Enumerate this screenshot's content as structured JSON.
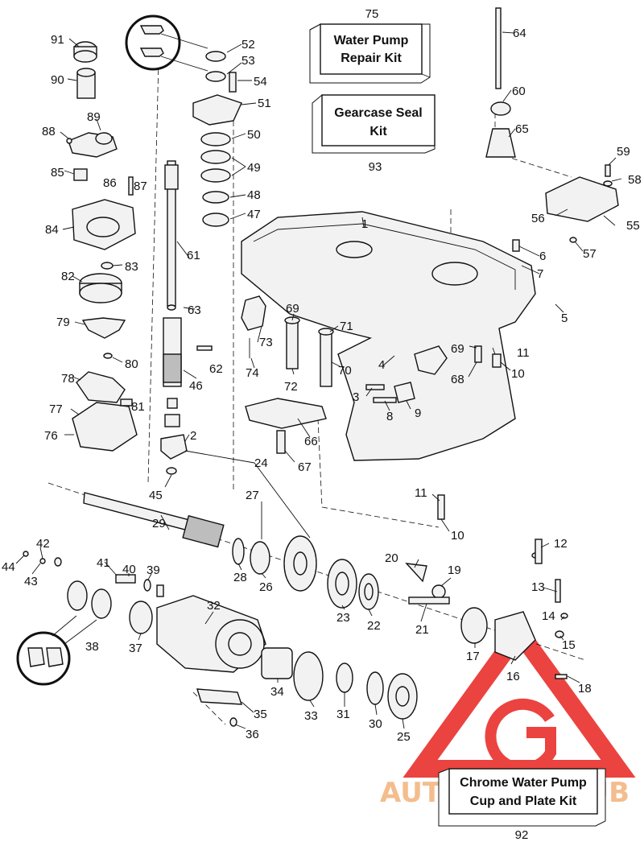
{
  "diagram": {
    "title": "Gearcase exploded parts diagram",
    "kits": {
      "water_pump": {
        "line1": "Water Pump",
        "line2": "Repair Kit",
        "number": "75"
      },
      "gearcase_seal": {
        "line1": "Gearcase Seal",
        "line2": "Kit",
        "number": "93"
      },
      "chrome_water_pump": {
        "line1": "Chrome Water Pump",
        "line2": "Cup and Plate Kit",
        "number": "92"
      }
    },
    "callouts": {
      "c91": "91",
      "c90": "90",
      "c89": "89",
      "c88": "88",
      "c87": "87",
      "c86": "86",
      "c85": "85",
      "c84": "84",
      "c83": "83",
      "c82": "82",
      "c81": "81",
      "c80": "80",
      "c79": "79",
      "c78": "78",
      "c77": "77",
      "c76": "76",
      "c74": "74",
      "c73": "73",
      "c72": "72",
      "c71": "71",
      "c70": "70",
      "c69a": "69",
      "c69b": "69",
      "c68": "68",
      "c67": "67",
      "c66": "66",
      "c65": "65",
      "c64": "64",
      "c63": "63",
      "c62": "62",
      "c61": "61",
      "c60": "60",
      "c59": "59",
      "c58": "58",
      "c57": "57",
      "c56": "56",
      "c55": "55",
      "c54": "54",
      "c53": "53",
      "c52": "52",
      "c51": "51",
      "c50": "50",
      "c49": "49",
      "c48": "48",
      "c47": "47",
      "c46": "46",
      "c45": "45",
      "c44": "44",
      "c43": "43",
      "c42": "42",
      "c41": "41",
      "c40": "40",
      "c39": "39",
      "c38": "38",
      "c37": "37",
      "c36": "36",
      "c35": "35",
      "c34": "34",
      "c33": "33",
      "c32": "32",
      "c31": "31",
      "c30": "30",
      "c29": "29",
      "c28": "28",
      "c27": "27",
      "c26": "26",
      "c25": "25",
      "c24": "24",
      "c23": "23",
      "c22": "22",
      "c21": "21",
      "c20": "20",
      "c19": "19",
      "c18": "18",
      "c17": "17",
      "c16": "16",
      "c15": "15",
      "c14": "14",
      "c13": "13",
      "c12": "12",
      "c11a": "11",
      "c11b": "11",
      "c10a": "10",
      "c10b": "10",
      "c9": "9",
      "c8": "8",
      "c7": "7",
      "c6": "6",
      "c5": "5",
      "c4": "4",
      "c3": "3",
      "c2": "2",
      "c1": "1"
    },
    "watermark": {
      "brand_left": "AUTOMOTO",
      "brand_right": "HUB",
      "color": "#e8231f",
      "accent": "#f3b27a"
    }
  }
}
